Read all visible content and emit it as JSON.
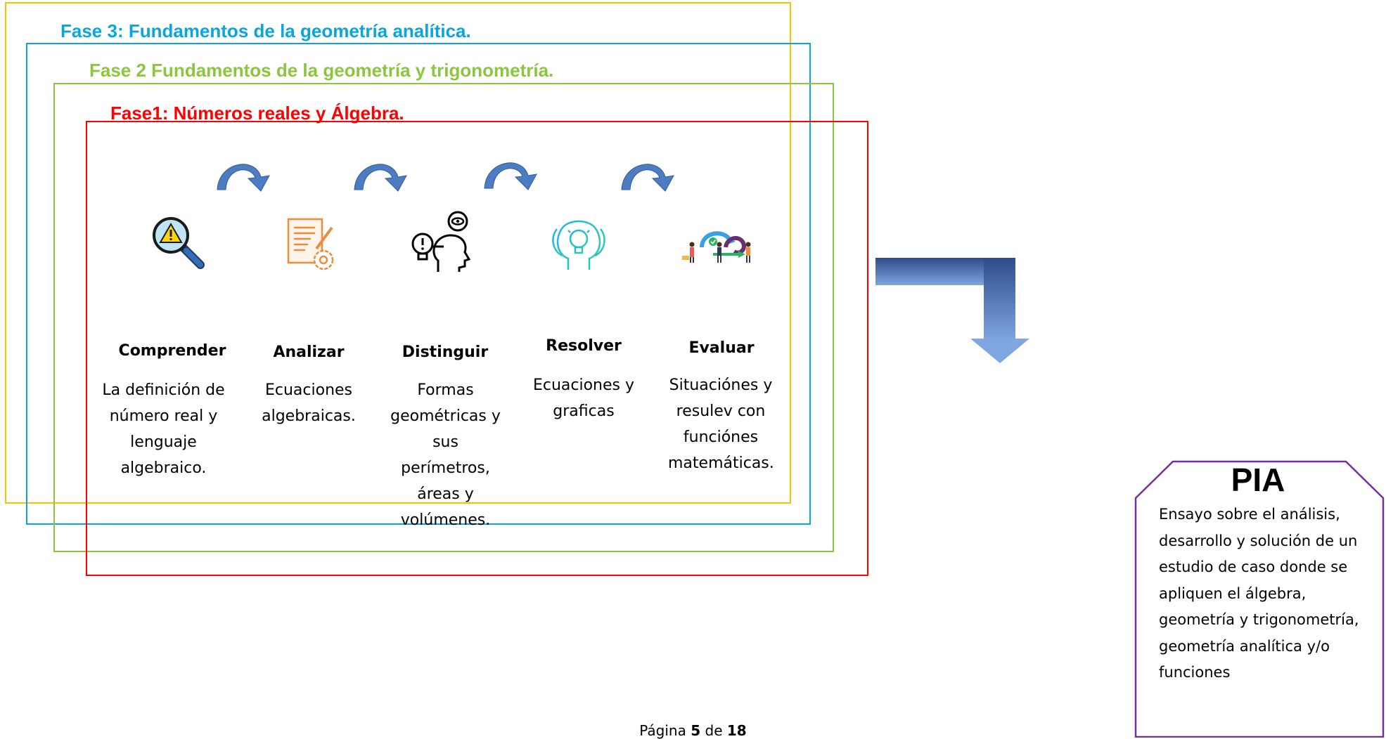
{
  "colors": {
    "phase3": "#0AA5E0",
    "phase2": "#8CC63F",
    "phase1": "#FF0000",
    "outer_frame": "#FFC000",
    "arrow": "#4472C4",
    "pia_border": "#7030A0"
  },
  "phases": {
    "phase3_title": "Fase 3: Fundamentos de la geometría analítica.",
    "phase2_title": "Fase 2 Fundamentos de la geometría y trigonometría.",
    "phase1_title": "Fase1: Números reales y Álgebra."
  },
  "steps": [
    {
      "label": "Comprender",
      "description": "La definición de número real y lenguaje algebraico.",
      "icon": "search-warning-icon"
    },
    {
      "label": "Analizar",
      "description": "Ecuaciones algebraicas.",
      "icon": "document-gear-icon"
    },
    {
      "label": "Distinguir",
      "description": "Formas geométricas y sus perímetros, áreas y volúmenes.",
      "icon": "head-thinking-icon"
    },
    {
      "label": "Resolver",
      "description": "Ecuaciones y graficas",
      "icon": "lightbulb-heads-icon"
    },
    {
      "label": "Evaluar",
      "description": "Situaciónes y resulev con funciónes matemáticas.",
      "icon": "team-cycle-icon"
    }
  ],
  "pia": {
    "title": "PIA",
    "description": "Ensayo sobre el análisis, desarrollo y solución de un estudio de caso donde se apliquen el álgebra, geometría y trigonometría, geometría analítica y/o funciones"
  },
  "footer": {
    "prefix": "Página ",
    "page": "5",
    "middle": " de ",
    "total": "18"
  }
}
